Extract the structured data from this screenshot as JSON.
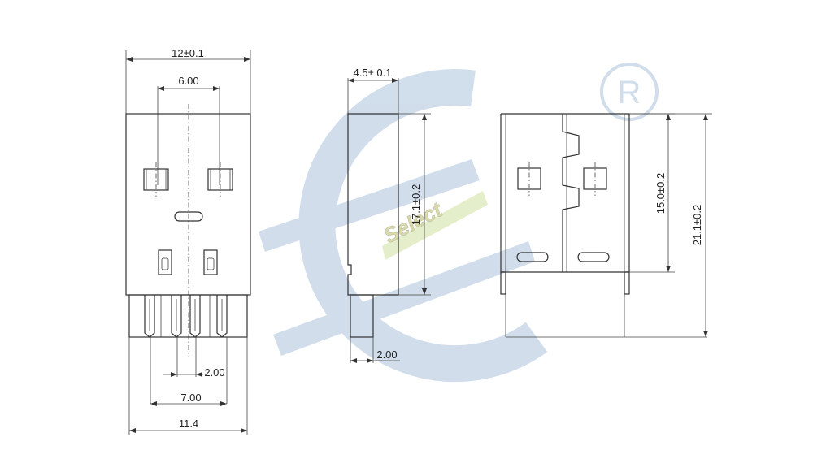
{
  "colors": {
    "watermark_blue": "#cfdcea",
    "watermark_green": "#e4eec8",
    "watermark_yellow": "#d7d8a4",
    "line": "#333333"
  },
  "watermark": {
    "text": "Select",
    "registered_mark": "R"
  },
  "front_view": {
    "width_dim": "12±0.1",
    "inner_dim": "6.00",
    "pitch_dim": "2.00",
    "outer_pin_dim": "7.00",
    "overall_pin_dim": "11.4"
  },
  "side_view": {
    "thickness_dim": "4.5± 0.1",
    "height_dim": "17.1±0.2",
    "tail_dim": "2.00"
  },
  "back_view": {
    "body_height_dim": "15.0±0.2",
    "overall_height_dim": "21.1±0.2"
  }
}
